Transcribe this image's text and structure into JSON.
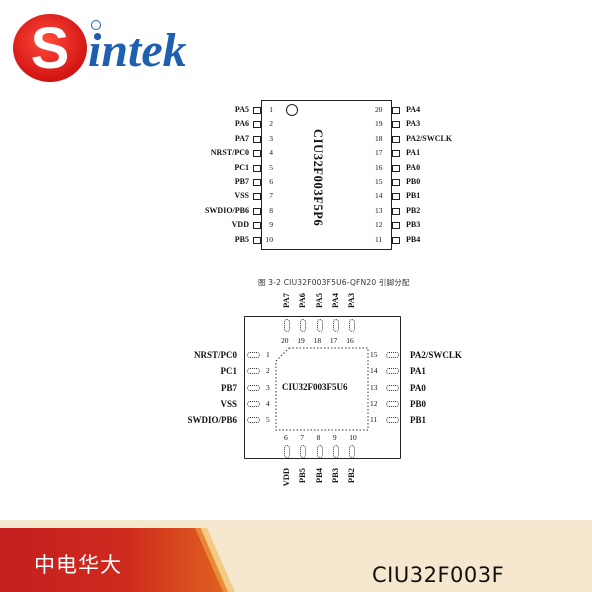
{
  "brand": {
    "logo_text": "sintek",
    "logo_color": "#e61e1e",
    "text_color": "#1f5fb0"
  },
  "tssop": {
    "part_name": "CIU32F003F5P6",
    "left_pins": [
      {
        "num": "1",
        "name": "PA5"
      },
      {
        "num": "2",
        "name": "PA6"
      },
      {
        "num": "3",
        "name": "PA7"
      },
      {
        "num": "4",
        "name": "NRST/PC0"
      },
      {
        "num": "5",
        "name": "PC1"
      },
      {
        "num": "6",
        "name": "PB7"
      },
      {
        "num": "7",
        "name": "VSS"
      },
      {
        "num": "8",
        "name": "SWDIO/PB6"
      },
      {
        "num": "9",
        "name": "VDD"
      },
      {
        "num": "10",
        "name": "PB5"
      }
    ],
    "right_pins": [
      {
        "num": "20",
        "name": "PA4"
      },
      {
        "num": "19",
        "name": "PA3"
      },
      {
        "num": "18",
        "name": "PA2/SWCLK"
      },
      {
        "num": "17",
        "name": "PA1"
      },
      {
        "num": "16",
        "name": "PA0"
      },
      {
        "num": "15",
        "name": "PB0"
      },
      {
        "num": "14",
        "name": "PB1"
      },
      {
        "num": "13",
        "name": "PB2"
      },
      {
        "num": "12",
        "name": "PB3"
      },
      {
        "num": "11",
        "name": "PB4"
      }
    ]
  },
  "caption": "图 3-2    CIU32F003F5U6-QFN20 引脚分配",
  "qfn": {
    "part_name": "CIU32F003F5U6",
    "left_pins": [
      {
        "num": "1",
        "name": "NRST/PC0"
      },
      {
        "num": "2",
        "name": "PC1"
      },
      {
        "num": "3",
        "name": "PB7"
      },
      {
        "num": "4",
        "name": "VSS"
      },
      {
        "num": "5",
        "name": "SWDIO/PB6"
      }
    ],
    "right_pins": [
      {
        "num": "15",
        "name": "PA2/SWCLK"
      },
      {
        "num": "14",
        "name": "PA1"
      },
      {
        "num": "13",
        "name": "PA0"
      },
      {
        "num": "12",
        "name": "PB0"
      },
      {
        "num": "11",
        "name": "PB1"
      }
    ],
    "top_pins": [
      {
        "num": "20",
        "name": "PA7"
      },
      {
        "num": "19",
        "name": "PA6"
      },
      {
        "num": "18",
        "name": "PA5"
      },
      {
        "num": "17",
        "name": "PA4"
      },
      {
        "num": "16",
        "name": "PA3"
      }
    ],
    "bottom_pins": [
      {
        "num": "6",
        "name": "VDD"
      },
      {
        "num": "7",
        "name": "PB5"
      },
      {
        "num": "8",
        "name": "PB4"
      },
      {
        "num": "9",
        "name": "PB3"
      },
      {
        "num": "10",
        "name": "PB2"
      }
    ]
  },
  "footer": {
    "company": "中电华大",
    "part_number": "CIU32F003F"
  }
}
